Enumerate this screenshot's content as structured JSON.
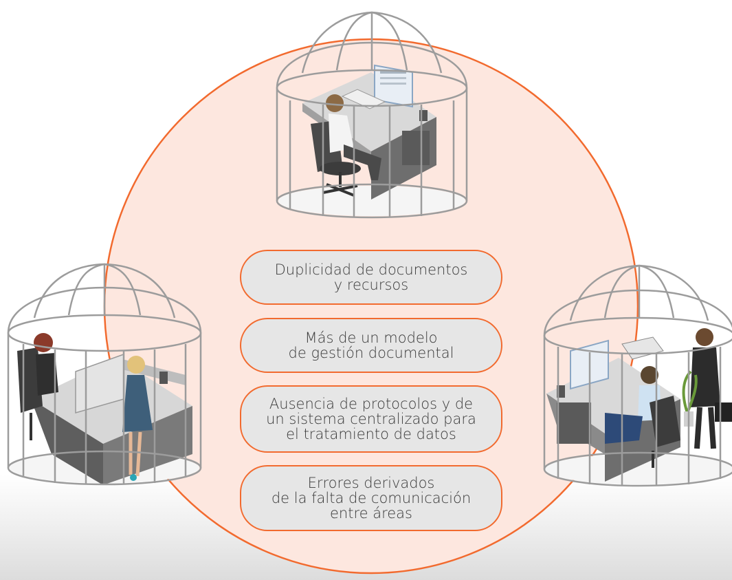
{
  "colors": {
    "circle_fill": "#fde7df",
    "circle_stroke": "#f26a2e",
    "pill_fill": "#e6e6e6",
    "pill_border": "#f26a2e",
    "cage": "#9c9c9c",
    "text": "#3a3a3a"
  },
  "icons": {
    "top_cage": "cage-icon",
    "left_cage": "cage-icon",
    "right_cage": "cage-icon"
  },
  "problems": [
    {
      "lines": [
        "Duplicidad de documentos",
        "y recursos"
      ]
    },
    {
      "lines": [
        "Más de un modelo",
        "de gestión documental"
      ]
    },
    {
      "lines": [
        "Ausencia de protocolos y de",
        "un sistema centralizado para",
        "el tratamiento de datos"
      ]
    },
    {
      "lines": [
        "Errores derivados",
        "de la falta de comunicación",
        "entre áreas"
      ]
    }
  ]
}
